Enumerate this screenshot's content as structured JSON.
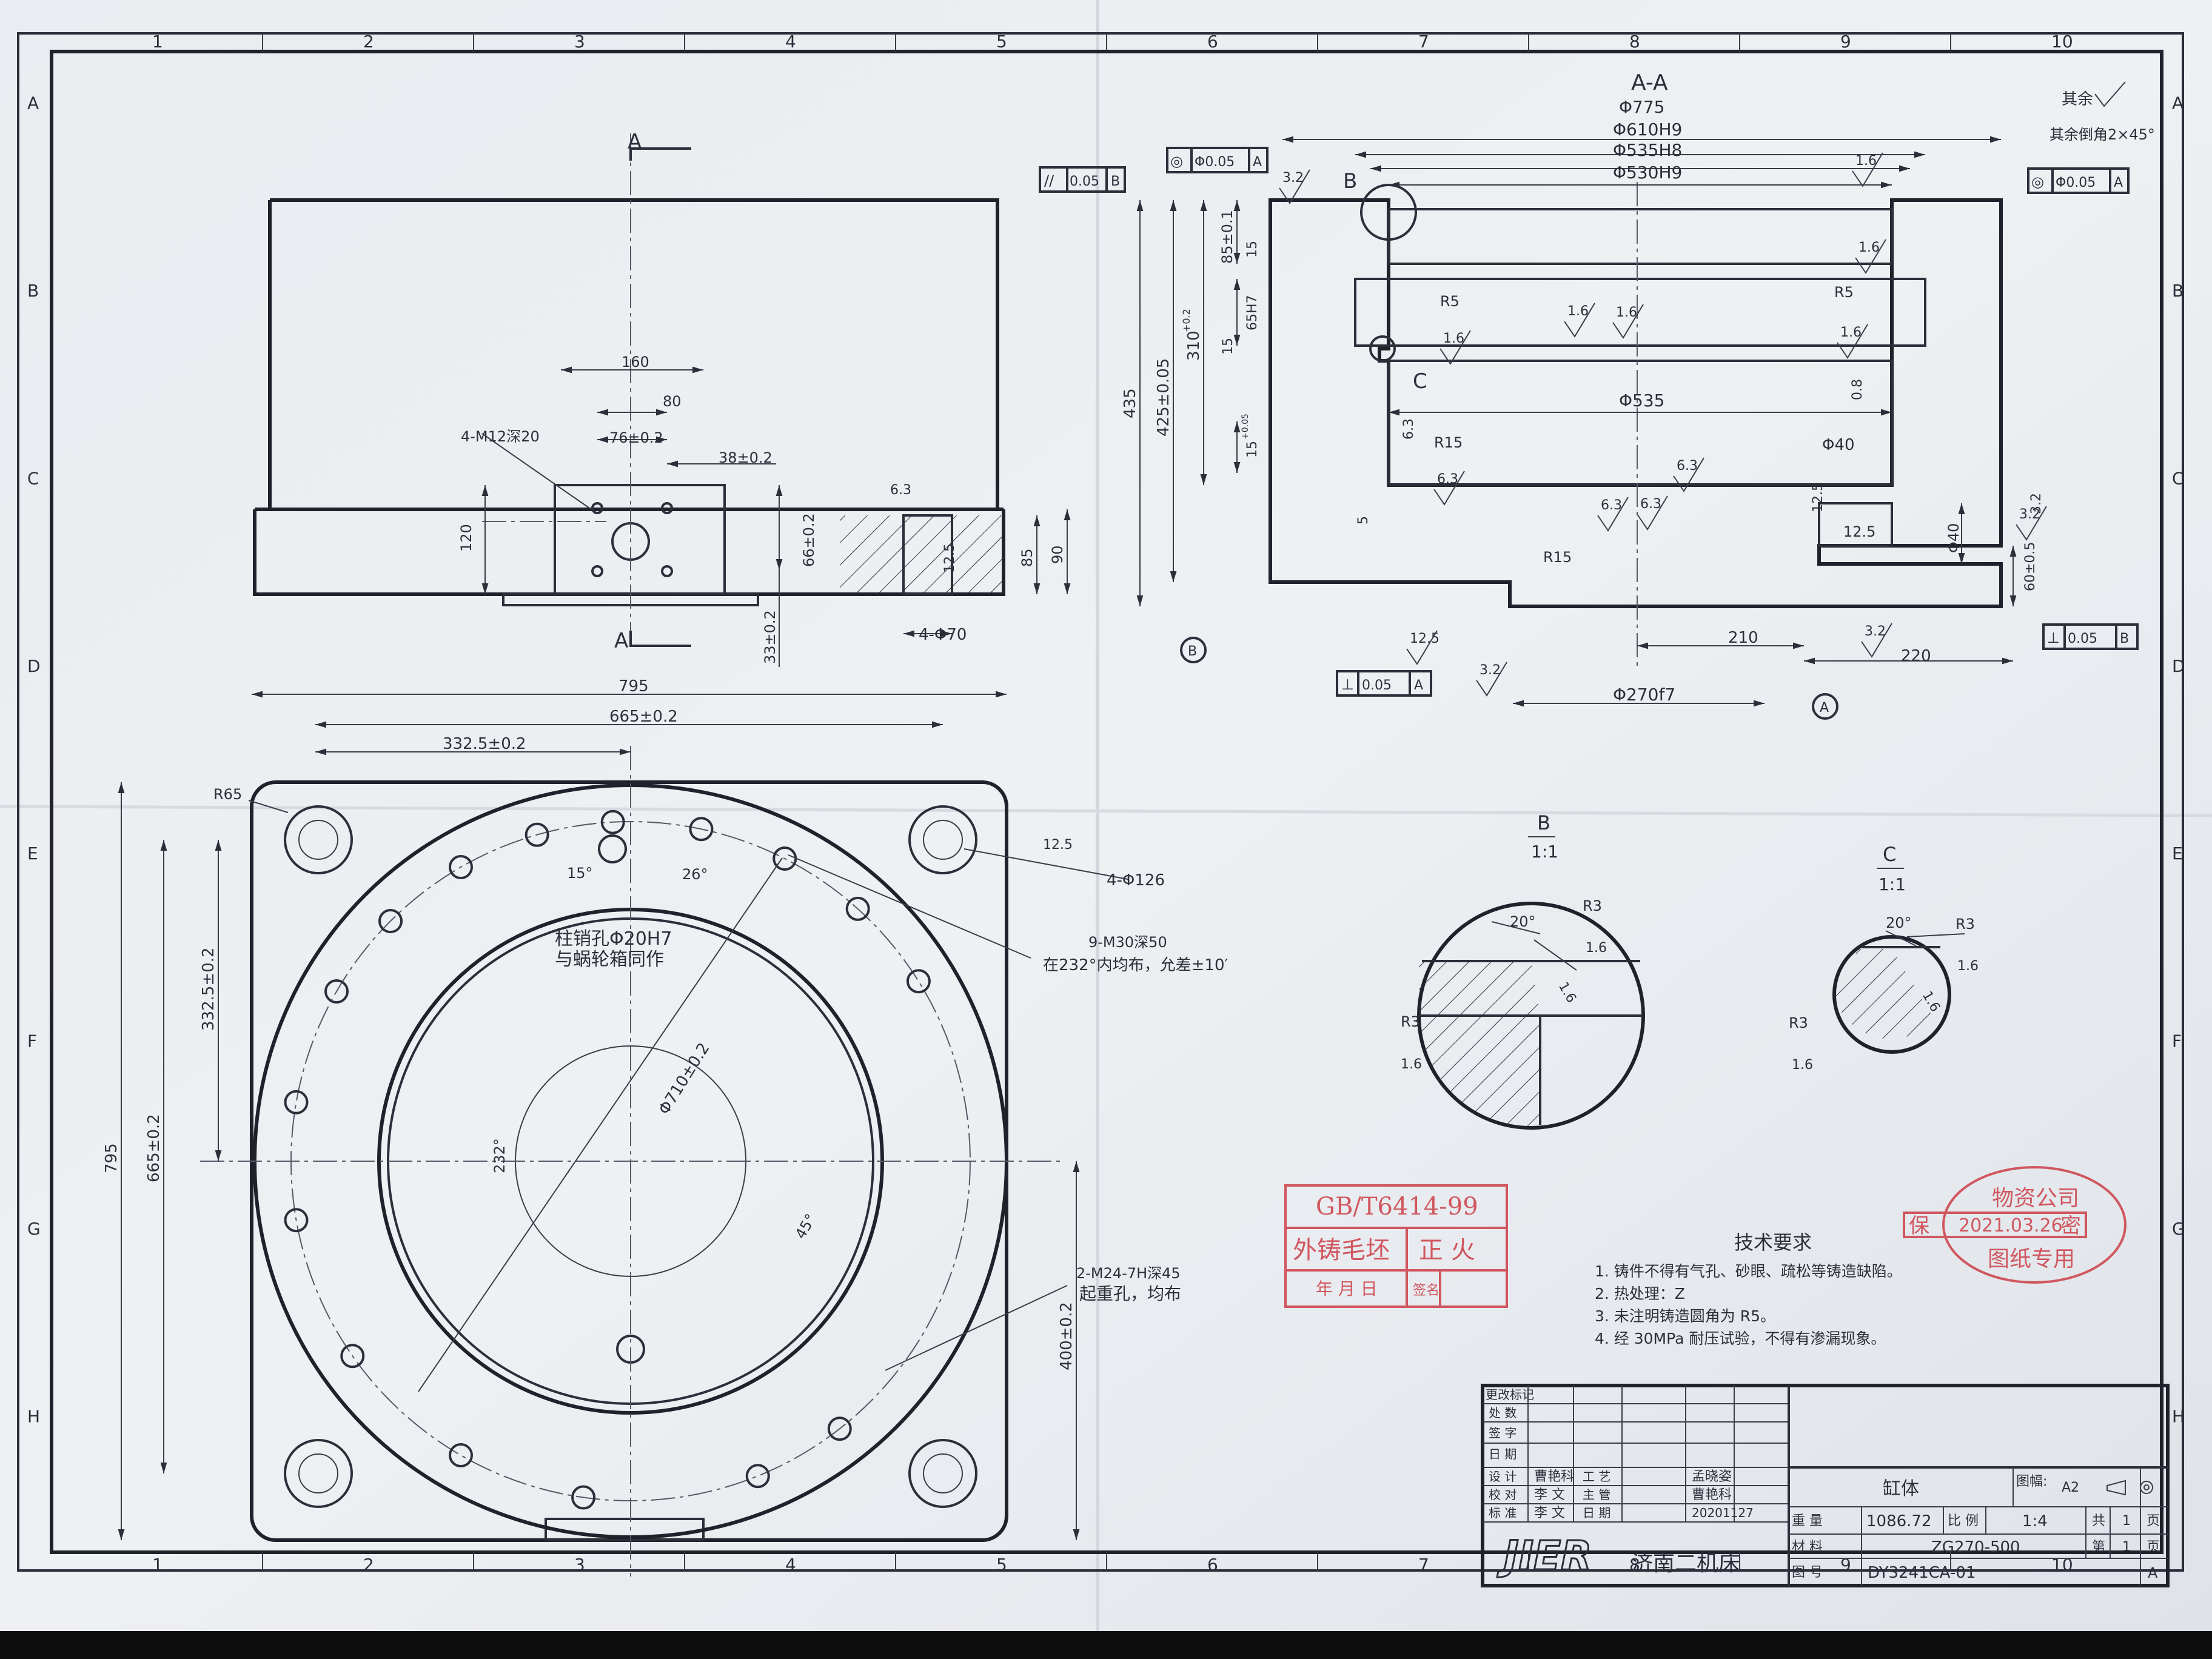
{
  "grid": {
    "columns": [
      "1",
      "2",
      "3",
      "4",
      "5",
      "6",
      "7",
      "8",
      "9",
      "10"
    ],
    "rows": [
      "A",
      "B",
      "C",
      "D",
      "E",
      "F",
      "G",
      "H"
    ]
  },
  "section_view": {
    "title": "A-A",
    "dims": {
      "d775": "Φ775",
      "d610": "Φ610H9",
      "d535h8": "Φ535H8",
      "d530": "Φ530H9",
      "d535": "Φ535",
      "d40": "Φ40",
      "d40b": "Φ40",
      "d270": "Φ270f7",
      "h435": "435",
      "h425": "425±0.05",
      "h310": "310",
      "h310tol": "+0.2",
      "h85": "85±0.1",
      "h15a": "15",
      "h65": "65H7",
      "h15b": "15",
      "h15c": "15",
      "h15tol": "+0.05",
      "h6": "6.3",
      "h5": "5",
      "r5a": "R5",
      "r5b": "R5",
      "r15": "R15",
      "r15b": "R15",
      "w210": "210",
      "w220": "220",
      "h60": "60±0.5",
      "h125": "12.5",
      "h125b": "12.5",
      "h08": "0.8",
      "chamfer": "3.2"
    },
    "roughness": [
      "3.2",
      "1.6",
      "1.6",
      "1.6",
      "1.6",
      "1.6",
      "1.6",
      "6.3",
      "6.3",
      "6.3",
      "6.3",
      "3.2",
      "3.2",
      "12.5",
      "3.2"
    ],
    "tolerance_frames": {
      "parallel": {
        "symbol": "//",
        "value": "0.05",
        "datum": "B"
      },
      "concentric_left": {
        "symbol": "◎",
        "value": "Φ0.05",
        "datum": "A"
      },
      "concentric_right": {
        "symbol": "◎",
        "value": "Φ0.05",
        "datum": "A"
      },
      "perp_right": {
        "symbol": "⊥",
        "value": "0.05",
        "datum": "B"
      },
      "perp_bottom": {
        "symbol": "⊥",
        "value": "0.05",
        "datum": "A"
      }
    },
    "datums": {
      "a": "A",
      "b": "B"
    },
    "labels": {
      "b": "B",
      "c": "C"
    }
  },
  "corner_notes": {
    "rest_finish": "其余",
    "rest_chamfer": "其余倒角2×45°"
  },
  "front_view": {
    "section_mark_top": "A",
    "section_mark_bottom": "A",
    "dims": {
      "w160": "160",
      "w80": "80",
      "w76": "76±0.2",
      "w38": "38±0.2",
      "thread": "4-M12深20",
      "h120": "120",
      "h66": "66±0.2",
      "h33": "33±0.2",
      "h125": "12.5",
      "h85": "85",
      "h90": "90",
      "d70": "4-Φ70",
      "r63": "6.3"
    }
  },
  "top_view": {
    "dims": {
      "w795": "795",
      "w665": "665±0.2",
      "w3325": "332.5±0.2",
      "r65": "R65",
      "h3325": "332.5±0.2",
      "h665": "665±0.2",
      "h795": "795",
      "h400": "400±0.2",
      "d126": "4-Φ126",
      "r125": "12.5",
      "a15": "15°",
      "a26": "26°",
      "a232": "232°",
      "a45": "45°",
      "d710": "Φ710±0.2"
    },
    "notes": {
      "pin1": "柱销孔Φ20H7",
      "pin2": "与蜗轮箱同作",
      "m30_1": "9-M30深50",
      "m30_2": "在232°内均布，允差±10′",
      "m24_1": "2-M24-7H深45",
      "m24_2": "起重孔，均布"
    }
  },
  "detail_b": {
    "title": "B",
    "scale": "1:1",
    "angle": "20°",
    "r3a": "R3",
    "r3b": "R3",
    "ra_a": "1.6",
    "ra_b": "1.6",
    "ra_c": "1.6"
  },
  "detail_c": {
    "title": "C",
    "scale": "1:1",
    "angle": "20°",
    "r3a": "R3",
    "r3b": "R3",
    "ra_a": "1.6",
    "ra_b": "1.6",
    "ra_c": "1.6"
  },
  "stamp_left": {
    "standard": "GB/T6414-99",
    "casting": "外铸毛坯",
    "normalize": "正 火",
    "date": "年 月 日",
    "sign": "签名"
  },
  "stamp_right": {
    "company": "物资公司",
    "left": "保",
    "date": "2021.03.26",
    "right": "密",
    "use": "图纸专用"
  },
  "tech": {
    "title": "技术要求",
    "items": [
      "1.  铸件不得有气孔、砂眼、疏松等铸造缺陷。",
      "2.  热处理：Z",
      "3.  未注明铸造圆角为 R5。",
      "4.  经 30MPa 耐压试验，不得有渗漏现象。"
    ]
  },
  "title_block": {
    "rev_labels": [
      "更改标记",
      "处  数",
      "签  字",
      "日  期"
    ],
    "design_label": "设  计",
    "design_name": "曹艳科",
    "process_label": "工  艺",
    "process_name": "孟晓姿",
    "check_label": "校  对",
    "check_name": "李  文",
    "chief_label": "主  管",
    "chief_name": "曹艳科",
    "std_label": "标  准",
    "std_name": "李  文",
    "date_label": "日 期",
    "date": "20201127",
    "part_name": "缸体",
    "sheet_size_label": "图幅:",
    "sheet_size": "A2",
    "weight_label": "重  量",
    "weight": "1086.72",
    "scale_label": "比  例",
    "scale": "1:4",
    "total_label": "共",
    "total": "1",
    "total_unit": "页",
    "material_label": "材  料",
    "material": "ZG270-500",
    "page_label": "第",
    "page": "1",
    "page_unit": "页",
    "drawing_no_label": "图  号",
    "drawing_no": "DY3241CA-01",
    "version": "A",
    "logo": "JIER",
    "company": "济南二机床"
  }
}
